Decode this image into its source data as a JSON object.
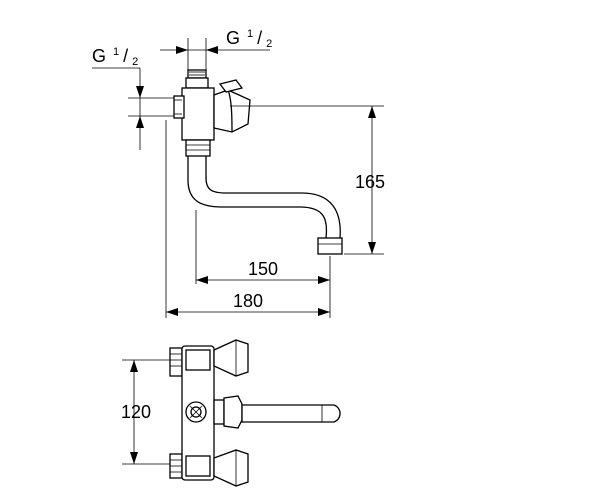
{
  "thread_left": {
    "prefix": "G",
    "num": "1",
    "slash": "/",
    "den": "2"
  },
  "thread_right": {
    "prefix": "G",
    "num": "1",
    "slash": "/",
    "den": "2"
  },
  "dims": {
    "height": "165",
    "spout_reach": "150",
    "overall_width": "180",
    "center_distance": "120"
  },
  "colors": {
    "line": "#000000",
    "background": "#ffffff"
  }
}
